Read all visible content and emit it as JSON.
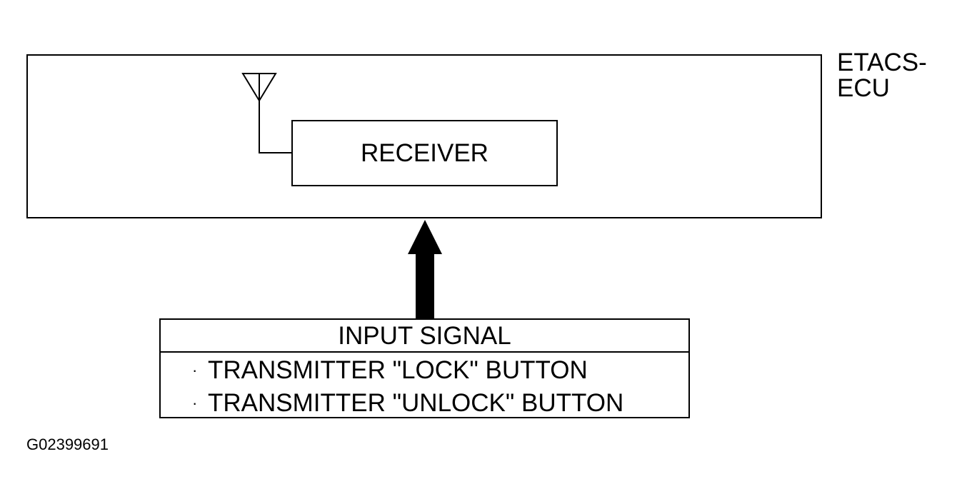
{
  "ecu": {
    "label_line1": "ETACS-",
    "label_line2": "ECU"
  },
  "receiver": {
    "label": "RECEIVER"
  },
  "input": {
    "title": "INPUT SIGNAL",
    "bullet": "·",
    "items": [
      "TRANSMITTER \"LOCK\" BUTTON",
      "TRANSMITTER \"UNLOCK\" BUTTON"
    ]
  },
  "figure_id": "G02399691",
  "colors": {
    "line": "#000000",
    "background": "#ffffff"
  }
}
